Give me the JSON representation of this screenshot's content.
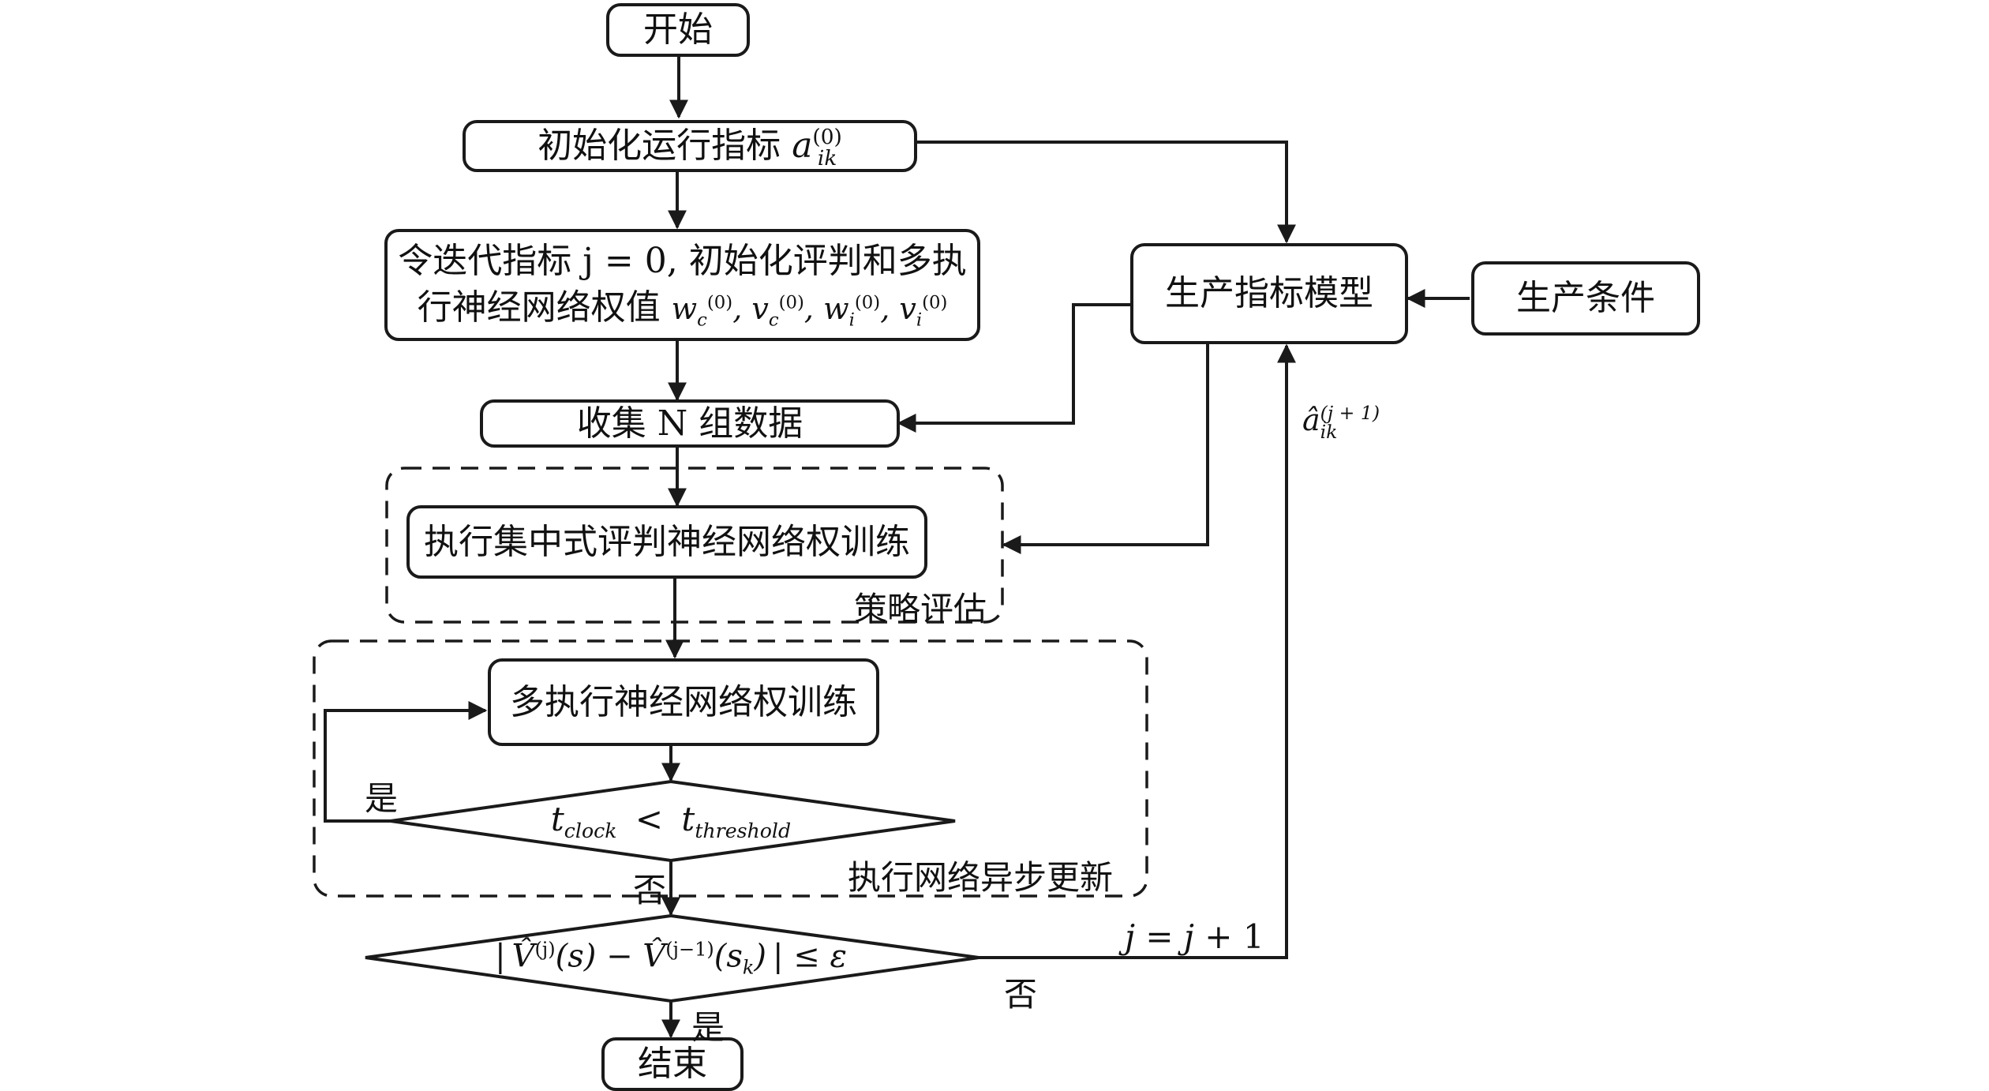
{
  "nodes": {
    "start": "开始",
    "init_index": "初始化运行指标",
    "init_index_symbol": "a",
    "init_index_sup": "(0)",
    "init_index_sub": "ik",
    "init_weights_line1": "令迭代指标 j = 0, 初始化评判和多执",
    "init_weights_line2": "行神经网络权值",
    "init_weights_vars": "w_c^(0), v_c^(0), w_i^(0), v_i^(0)",
    "collect": "收集 N 组数据",
    "critic_train": "执行集中式评判神经网络权训练",
    "actor_train": "多执行神经网络权训练",
    "time_check": "t_clock < t_threshold",
    "time_check_t1": "t",
    "time_check_sub1": "clock",
    "time_check_op": "<",
    "time_check_t2": "t",
    "time_check_sub2": "threshold",
    "convergence_check": "|V̂^(j)(s) − V̂^(j−1)(s_k)| ≤ ε",
    "end": "结束",
    "production_model": "生产指标模型",
    "production_conditions": "生产条件"
  },
  "groups": {
    "policy_eval": "策略评估",
    "async_update": "执行网络异步更新"
  },
  "edge_labels": {
    "yes_loop": "是",
    "no_time": "否",
    "no_converge": "否",
    "yes_converge": "是",
    "j_update": "j = j + 1",
    "a_hat": "â_ik^(j+1)"
  }
}
